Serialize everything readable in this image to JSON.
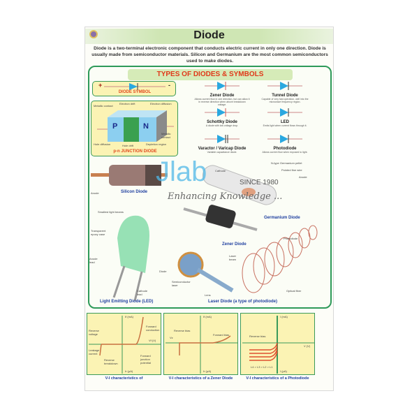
{
  "title": "Diode",
  "intro": "Diode is a two-terminal electronic component that conducts electric current in only one direction. Diode is usually made from semiconductor materials. Silicon and Germanium are the most common semiconductors used to make diodes.",
  "types_heading": "TYPES OF DIODES & SYMBOLS",
  "diode_symbol": {
    "plus": "+",
    "minus": "-",
    "label": "DIODE SYMBOL"
  },
  "pn_junction": {
    "label": "p-n JUNCTION DIODE",
    "p": "P",
    "n": "N",
    "labels": [
      "Metallic contact",
      "Electron drift",
      "Electron diffusion",
      "Metallic contact",
      "Hole diffusion",
      "Hole drift",
      "Depletion region"
    ]
  },
  "symbols": [
    {
      "name": "Zener Diode",
      "desc": "Allows current flow in one direction, but can allow it in reverse direction when above breakdown voltage."
    },
    {
      "name": "Tunnel Diode",
      "desc": "Capable of very fast operation, well into the microwave frequency region."
    },
    {
      "name": "Schottky Diode",
      "desc": "A diode with low voltage drop."
    },
    {
      "name": "LED",
      "desc": "Emits light when current flows through it."
    },
    {
      "name": "Varactor / Varicap Diode",
      "desc": "Variable capacitance diode."
    },
    {
      "name": "Photodiode",
      "desc": "Allows current flow when exposed to light."
    }
  ],
  "illustrations": {
    "silicon": {
      "caption": "Silicon Diode",
      "anode": "Anode",
      "cathode": "Cathode"
    },
    "germanium": {
      "caption": "Germanium Diode",
      "labels": [
        "N-type Germanium pellet",
        "Pointed fine wire",
        "Anode"
      ]
    },
    "zener": {
      "caption": "Zener Diode"
    },
    "led": {
      "caption": "Light Emitting Diode (LED)",
      "labels": [
        "Smallest light beams",
        "Transparent epoxy case",
        "Anode lead",
        "Cathode lead",
        "Diode"
      ]
    },
    "laser": {
      "caption": "Laser Diode (a type of photodiode)",
      "labels": [
        "Laser beam",
        "Semiconductor laser",
        "Lens",
        "Photodiode",
        "Optical fiber"
      ]
    }
  },
  "watermark": {
    "brand": "Jlab",
    "since": "SINCE 1980",
    "tagline": "Enhancing Knowledge ..."
  },
  "graphs": [
    {
      "caption": "V-I characteristics of",
      "labels": [
        "If (mA)",
        "Vf (V)",
        "Reverse voltage",
        "Leakage current",
        "Reverse breakdown",
        "Forward conduction",
        "Forward junction potential",
        "Ir (μA)"
      ]
    },
    {
      "caption": "V-I characteristics of a Zener Diode",
      "labels": [
        "If (mA)",
        "Reverse bias",
        "Forward bias",
        "Vz",
        "Ir (μA)"
      ]
    },
    {
      "caption": "V-I characteristics of a Photodiode",
      "labels": [
        "I (mA)",
        "Reverse bias",
        "V (V)",
        "L4 > L3 > L2 > L1",
        "I (μA)"
      ]
    }
  ],
  "colors": {
    "frame": "#2e9a5a",
    "heading": "#e03a1a",
    "caption": "#2040a0",
    "panel": "#fbf3b4",
    "diode": "#2aa8e0"
  }
}
